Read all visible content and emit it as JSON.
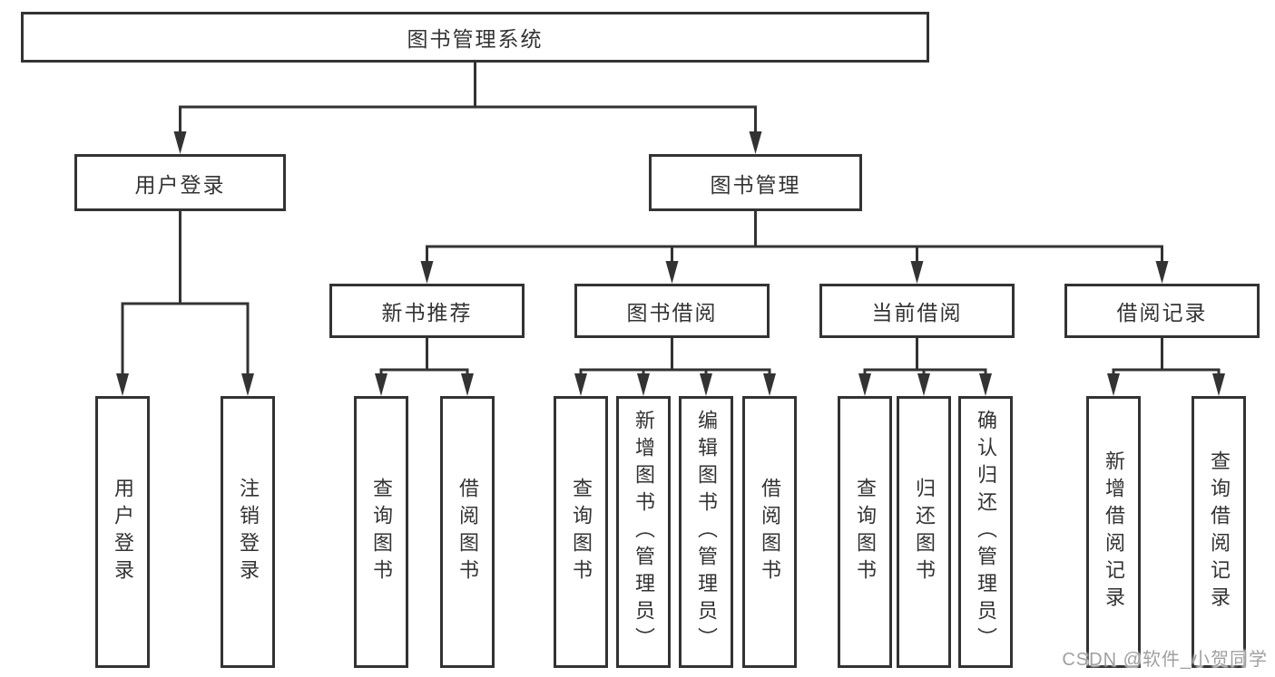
{
  "tree": {
    "label": "图书管理系统",
    "children": [
      {
        "label": "用户登录",
        "children": [
          {
            "label": "用户登录"
          },
          {
            "label": "注销登录"
          }
        ]
      },
      {
        "label": "图书管理",
        "children": [
          {
            "label": "新书推荐",
            "children": [
              {
                "label": "查询图书"
              },
              {
                "label": "借阅图书"
              }
            ]
          },
          {
            "label": "图书借阅",
            "children": [
              {
                "label": "查询图书"
              },
              {
                "label": "新增图书（管理员）"
              },
              {
                "label": "编辑图书（管理员）"
              },
              {
                "label": "借阅图书"
              }
            ]
          },
          {
            "label": "当前借阅",
            "children": [
              {
                "label": "查询图书"
              },
              {
                "label": "归还图书"
              },
              {
                "label": "确认归还（管理员）"
              }
            ]
          },
          {
            "label": "借阅记录",
            "children": [
              {
                "label": "新增借阅记录"
              },
              {
                "label": "查询借阅记录"
              }
            ]
          }
        ]
      }
    ]
  },
  "watermark": {
    "text": "CSDN @软件_小贺同学"
  },
  "colors": {
    "line": "#333333",
    "box_border": "#333333",
    "text": "#333333",
    "watermark_text": "#a0a0a0",
    "background": "#ffffff"
  }
}
